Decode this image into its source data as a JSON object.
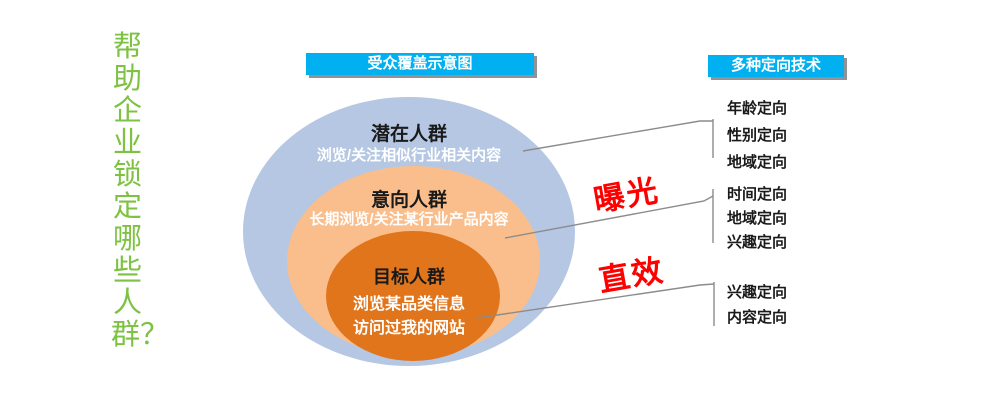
{
  "question": "帮助企业锁定哪些人群？",
  "venn": {
    "title": "受众覆盖示意图",
    "rings": [
      {
        "label": "潜在人群",
        "desc": "浏览/关注相似行业相关内容"
      },
      {
        "label": "意向人群",
        "desc": "长期浏览/关注某行业产品内容"
      },
      {
        "label": "目标人群",
        "desc_lines": [
          "浏览某品类信息",
          "访问过我的网站"
        ]
      }
    ]
  },
  "callouts": {
    "exposure": "曝光",
    "direct": "直效"
  },
  "targeting": {
    "title": "多种定向技术",
    "groups": [
      {
        "items": [
          "年龄定向",
          "性别定向",
          "地域定向"
        ]
      },
      {
        "items": [
          "时间定向",
          "地域定向",
          "兴趣定向"
        ]
      },
      {
        "items": [
          "兴趣定向",
          "内容定向"
        ]
      }
    ]
  },
  "colors": {
    "question_green": "#7DC242",
    "header_cyan": "#00B0F0",
    "outer_ring_blue": "#B5C7E3",
    "middle_ring_orange": "#F9BE8C",
    "inner_ring_orange": "#E0751C",
    "callout_red": "#FE0000",
    "connector_gray": "#8C8C8C"
  }
}
